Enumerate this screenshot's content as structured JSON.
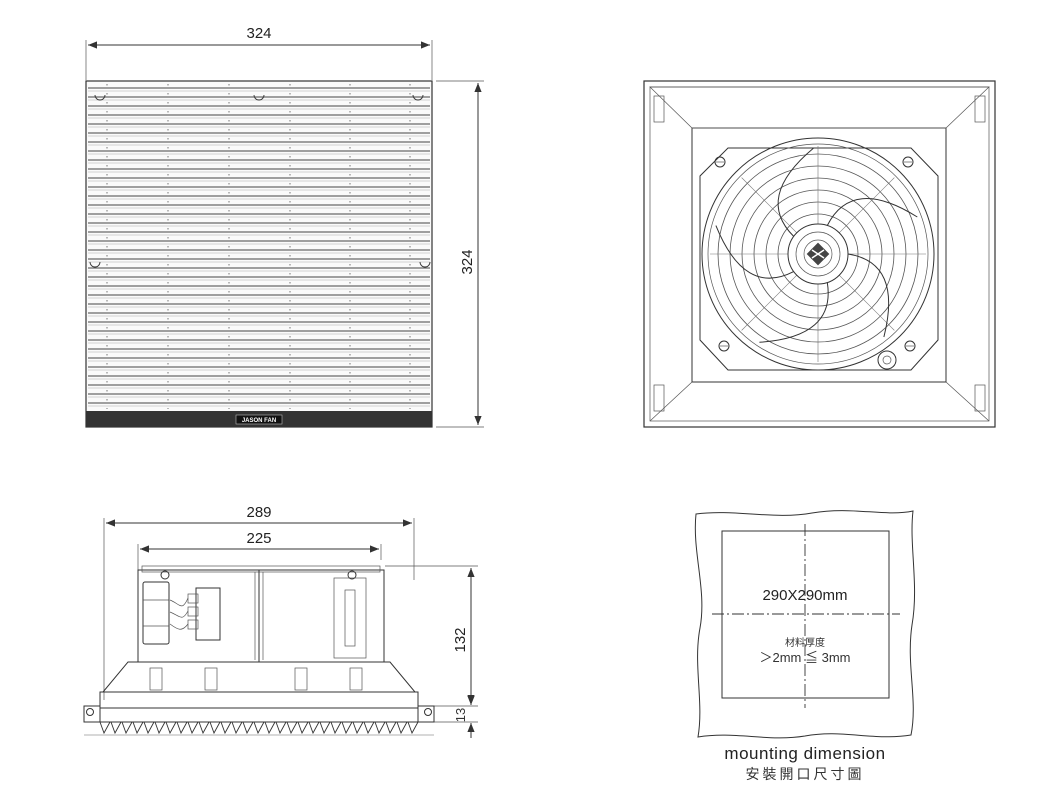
{
  "front_view": {
    "width_dim": "324",
    "height_dim": "324",
    "brand": "JASON FAN"
  },
  "side_view": {
    "outer_width_dim": "289",
    "inner_width_dim": "225",
    "height_dim": "132",
    "flange_dim": "13"
  },
  "mounting": {
    "cutout": "290X290mm",
    "thickness_label": "材料厚度",
    "thickness_range": "＞2mm ≦ 3mm",
    "caption_en": "mounting dimension",
    "caption_cn": "安裝開口尺寸圖"
  }
}
